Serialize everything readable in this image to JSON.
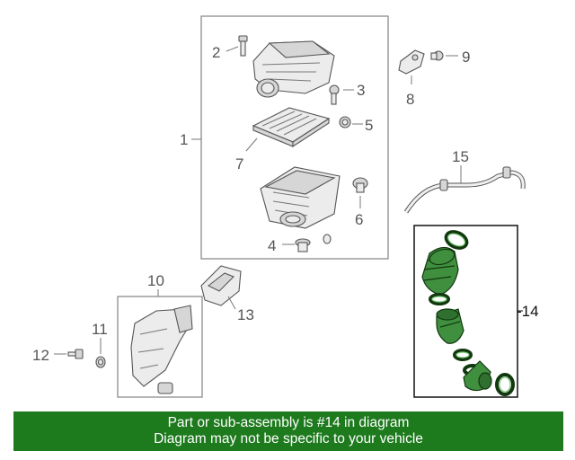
{
  "callouts": {
    "c1": "1",
    "c2": "2",
    "c3": "3",
    "c4": "4",
    "c5": "5",
    "c6": "6",
    "c7": "7",
    "c8": "8",
    "c9": "9",
    "c10": "10",
    "c11": "11",
    "c12": "12",
    "c13": "13",
    "c14": "-14",
    "c15": "15"
  },
  "banner": {
    "line1": "Part or sub-assembly is #14 in diagram",
    "line2": "Diagram may not be specific to your vehicle"
  },
  "colors": {
    "banner_bg": "#1d7a1d",
    "highlight_part": "#3f8f3f",
    "line_gray": "#8c8c8c"
  }
}
